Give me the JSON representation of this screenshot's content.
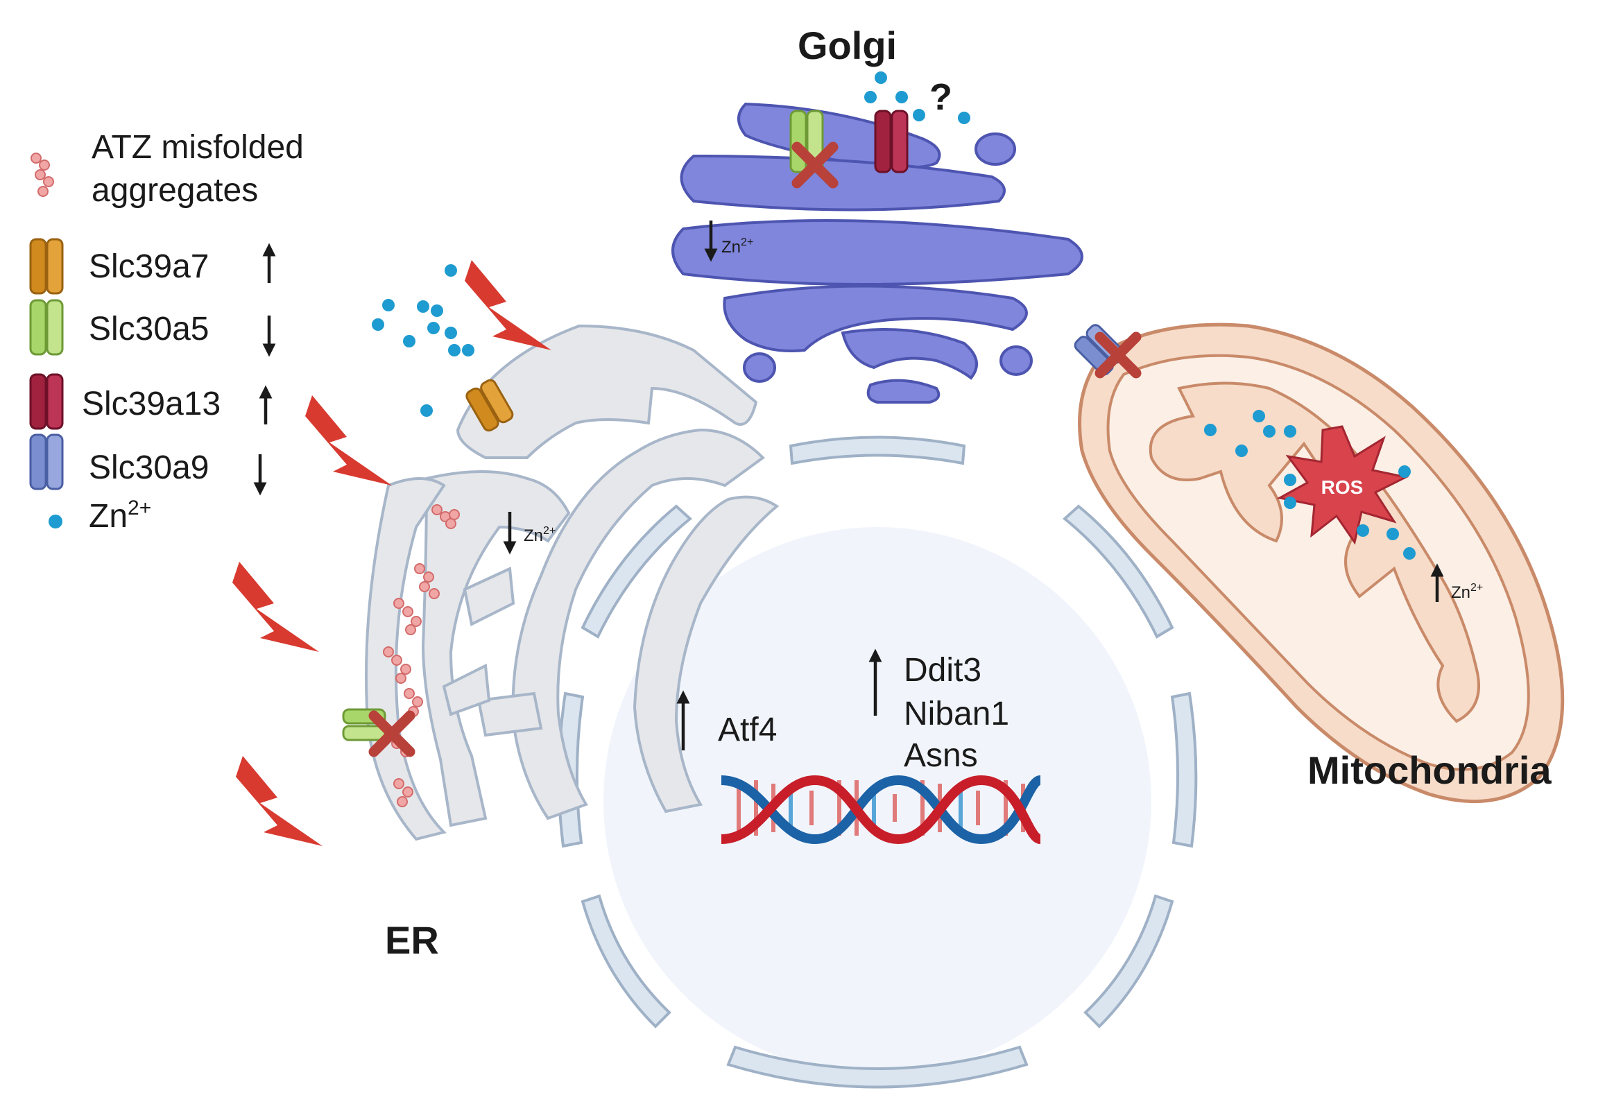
{
  "labels": {
    "golgi": "Golgi",
    "er": "ER",
    "mitochondria": "Mitochondria",
    "golgi_question": "?",
    "ros": "ROS",
    "zn_base": "Zn",
    "zn_charge": "2+"
  },
  "legend": {
    "atz_line1": "ATZ misfolded",
    "atz_line2": "aggregates",
    "slc39a7": "Slc39a7",
    "slc30a5": "Slc30a5",
    "slc39a13": "Slc39a13",
    "slc30a9": "Slc30a9",
    "zn_base": "Zn",
    "zn_charge": "2+"
  },
  "genes": {
    "atf4": "Atf4",
    "ddit3": "Ddit3",
    "niban1": "Niban1",
    "asns": "Asns"
  },
  "colors": {
    "slc39a7": "#d08a1e",
    "slc30a5": "#a9d66a",
    "slc39a13": "#a0223f",
    "slc30a9": "#7b8fd0",
    "zinc": "#1e9bd0",
    "golgi": "#7f86dc",
    "er": "#e6e7ea",
    "mito": "#f6dcc9",
    "ros": "#d8434c",
    "lightning": "#d83a30",
    "dna_red": "#c81e2a",
    "dna_blue": "#1c62a6"
  }
}
